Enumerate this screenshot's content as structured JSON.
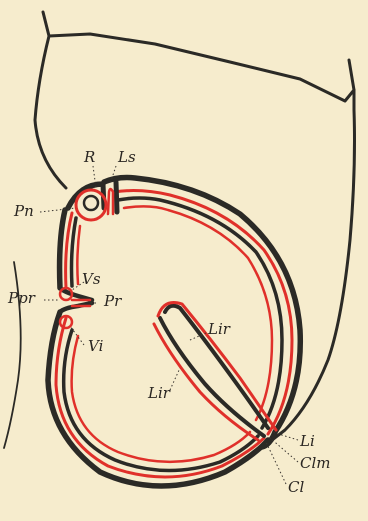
{
  "colors": {
    "background": "#f6eccd",
    "outline": "#2b2a26",
    "membrane": "#e0302a"
  },
  "labels": {
    "R": "R",
    "Ls": "Ls",
    "Pn": "Pn",
    "Vs": "Vs",
    "Ppr": "Ppr",
    "Pr": "Pr",
    "Vi": "Vi",
    "Lir_upper": "Lir",
    "Lir_lower": "Lir",
    "Li": "Li",
    "Clm": "Clm",
    "Cl": "Cl"
  }
}
